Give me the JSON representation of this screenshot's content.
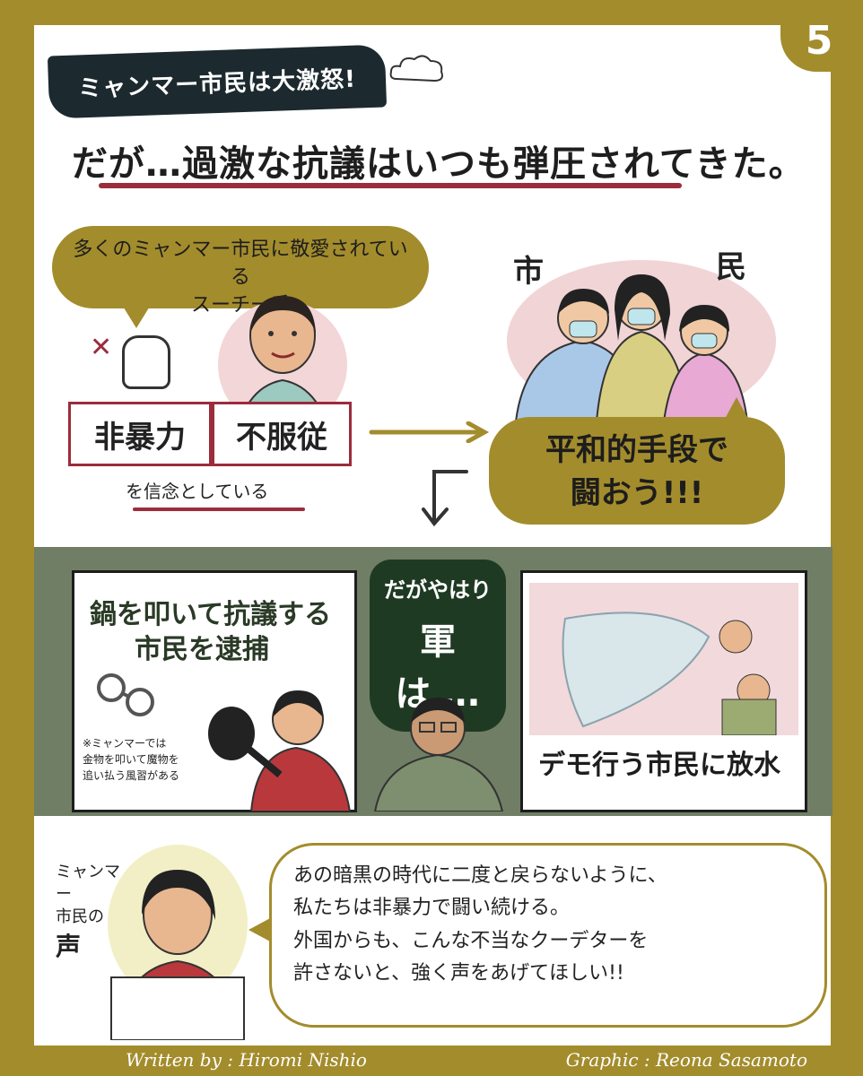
{
  "page_number": "5",
  "banner": "ミャンマー市民は大激怒!",
  "headline": "だが…過激な抗議はいつも弾圧されてきた。",
  "suu_kyi": {
    "bubble_line1": "多くのミャンマー市民に敬愛されている",
    "bubble_line2": "スーチー氏",
    "keyword1": "非暴力",
    "keyword2": "不服従",
    "belief": "を信念としている"
  },
  "citizens": {
    "label_left": "市",
    "label_right": "民",
    "bubble_line1": "平和的手段で",
    "bubble_line2": "闘おう!!!"
  },
  "panels": {
    "panel1_caption_line1": "鍋を叩いて抗議する",
    "panel1_caption_line2": "市民を逮捕",
    "panel1_note_line1": "※ミャンマーでは",
    "panel1_note_line2": "金物を叩いて魔物を",
    "panel1_note_line3": "追い払う風習がある",
    "mid_small": "だがやはり",
    "mid_big": "軍は….",
    "panel3_caption": "デモ行う市民に放水"
  },
  "voice": {
    "label_line1": "ミャンマー",
    "label_line2": "市民の",
    "label_big": "声",
    "quote_line1": "あの暗黒の時代に二度と戻らないように、",
    "quote_line2": "私たちは非暴力で闘い続ける。",
    "quote_line3": "外国からも、こんな不当なクーデターを",
    "quote_line4": "許さないと、強く声をあげてほしい!!"
  },
  "credits": {
    "written": "Written by : Hiromi Nishio",
    "graphic": "Graphic : Reona Sasamoto"
  },
  "colors": {
    "frame": "#a38c2c",
    "accent_red": "#9b2c3c",
    "banner": "#1c2a30",
    "panel_band": "#707e66"
  }
}
